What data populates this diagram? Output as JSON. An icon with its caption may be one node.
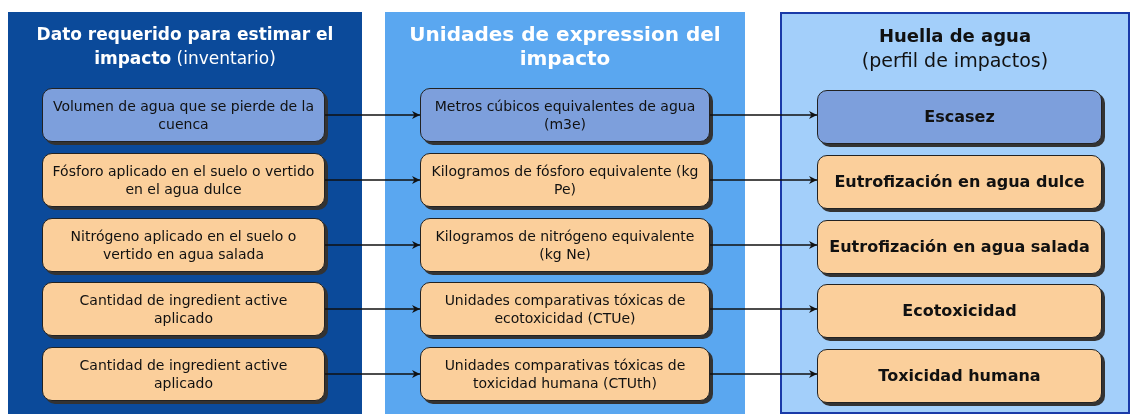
{
  "diagram": {
    "nodes": [
      {
        "text": [
          "**Dato requerido para estimar el impacto** (inventario)"
        ]
      },
      {
        "text": [
          "Volumen de agua que se pierde de la cuenca"
        ],
        "in": 0
      },
      {
        "text": [
          "Fósforo aplicado en el suelo o vertido en el agua dulce"
        ],
        "in": 0
      },
      {
        "text": [
          "Nitrógeno aplicado en el suelo o vertido en agua salada"
        ],
        "in": 0
      },
      {
        "text": [
          "Cantidad de ingredient active aplicado"
        ],
        "in": 0
      },
      {
        "text": [
          "Cantidad de ingredient active aplicado"
        ],
        "in": 0
      },
      {
        "text": [
          "Unidades de expression del impacto"
        ]
      },
      {
        "text": [
          "Metros cúbicos equivalentes de agua (m3e)"
        ],
        "in": 6
      },
      {
        "text": [
          "Kilogramos de fósforo equivalente (kg Pe)"
        ],
        "in": 6
      },
      {
        "text": [
          "Kilogramos de nitrógeno equivalente (kg Ne)"
        ],
        "in": 6
      },
      {
        "text": [
          "Unidades comparativas tóxicas de ecotoxicidad (CTUe)"
        ],
        "in": 6
      },
      {
        "text": [
          "Unidades comparativas tóxicas de toxicidad humana (CTUth)"
        ],
        "in": 6
      },
      {
        "text": [
          "Huella de agua",
          "(perfil de impactos)"
        ]
      },
      {
        "text": [
          "Escasez"
        ],
        "in": 12
      },
      {
        "text": [
          "Eutrofización en agua dulce"
        ],
        "in": 12
      },
      {
        "text": [
          "Eutrofización en agua salada"
        ],
        "in": 12
      },
      {
        "text": [
          "Ecotoxicidad"
        ],
        "in": 12
      },
      {
        "text": [
          "Toxicidad humana"
        ],
        "in": 12
      }
    ],
    "edges": [
      {
        "from": 1,
        "to": 7,
        "arrow": "to"
      },
      {
        "from": 2,
        "to": 8,
        "arrow": "to"
      },
      {
        "from": 3,
        "to": 9,
        "arrow": "to"
      },
      {
        "from": 4,
        "to": 10,
        "arrow": "to"
      },
      {
        "from": 5,
        "to": 11,
        "arrow": "to"
      },
      {
        "from": 7,
        "to": 13,
        "arrow": "to"
      },
      {
        "from": 8,
        "to": 14,
        "arrow": "to"
      },
      {
        "from": 9,
        "to": 15,
        "arrow": "to"
      },
      {
        "from": 10,
        "to": 16,
        "arrow": "to"
      },
      {
        "from": 11,
        "to": 17,
        "arrow": "to"
      }
    ]
  }
}
